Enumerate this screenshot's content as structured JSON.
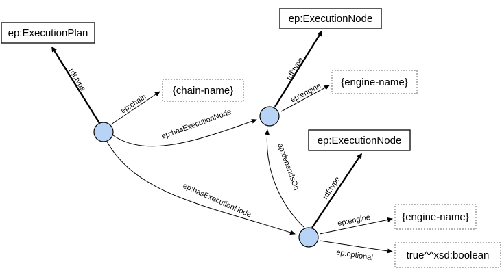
{
  "classes": {
    "plan": "ep:ExecutionPlan",
    "node_top": "ep:ExecutionNode",
    "node_mid": "ep:ExecutionNode"
  },
  "literals": {
    "chain_name": "{chain-name}",
    "engine_name_top": "{engine-name}",
    "engine_name_bottom": "{engine-name}",
    "optional_value": "true^^xsd:boolean"
  },
  "edges": {
    "plan_type": "rdf:type",
    "chain": "ep:chain",
    "has_node_top": "ep:hasExecutionNode",
    "has_node_bottom": "ep:hasExecutionNode",
    "node_top_type": "rdf:type",
    "node_top_engine": "ep:engine",
    "depends_on": "ep:dependsOn",
    "node_bottom_type": "rdf:type",
    "node_bottom_engine": "ep:engine",
    "optional": "ep:optional"
  },
  "colors": {
    "node_fill": "#b7d3f6",
    "literal_border": "#666666"
  }
}
